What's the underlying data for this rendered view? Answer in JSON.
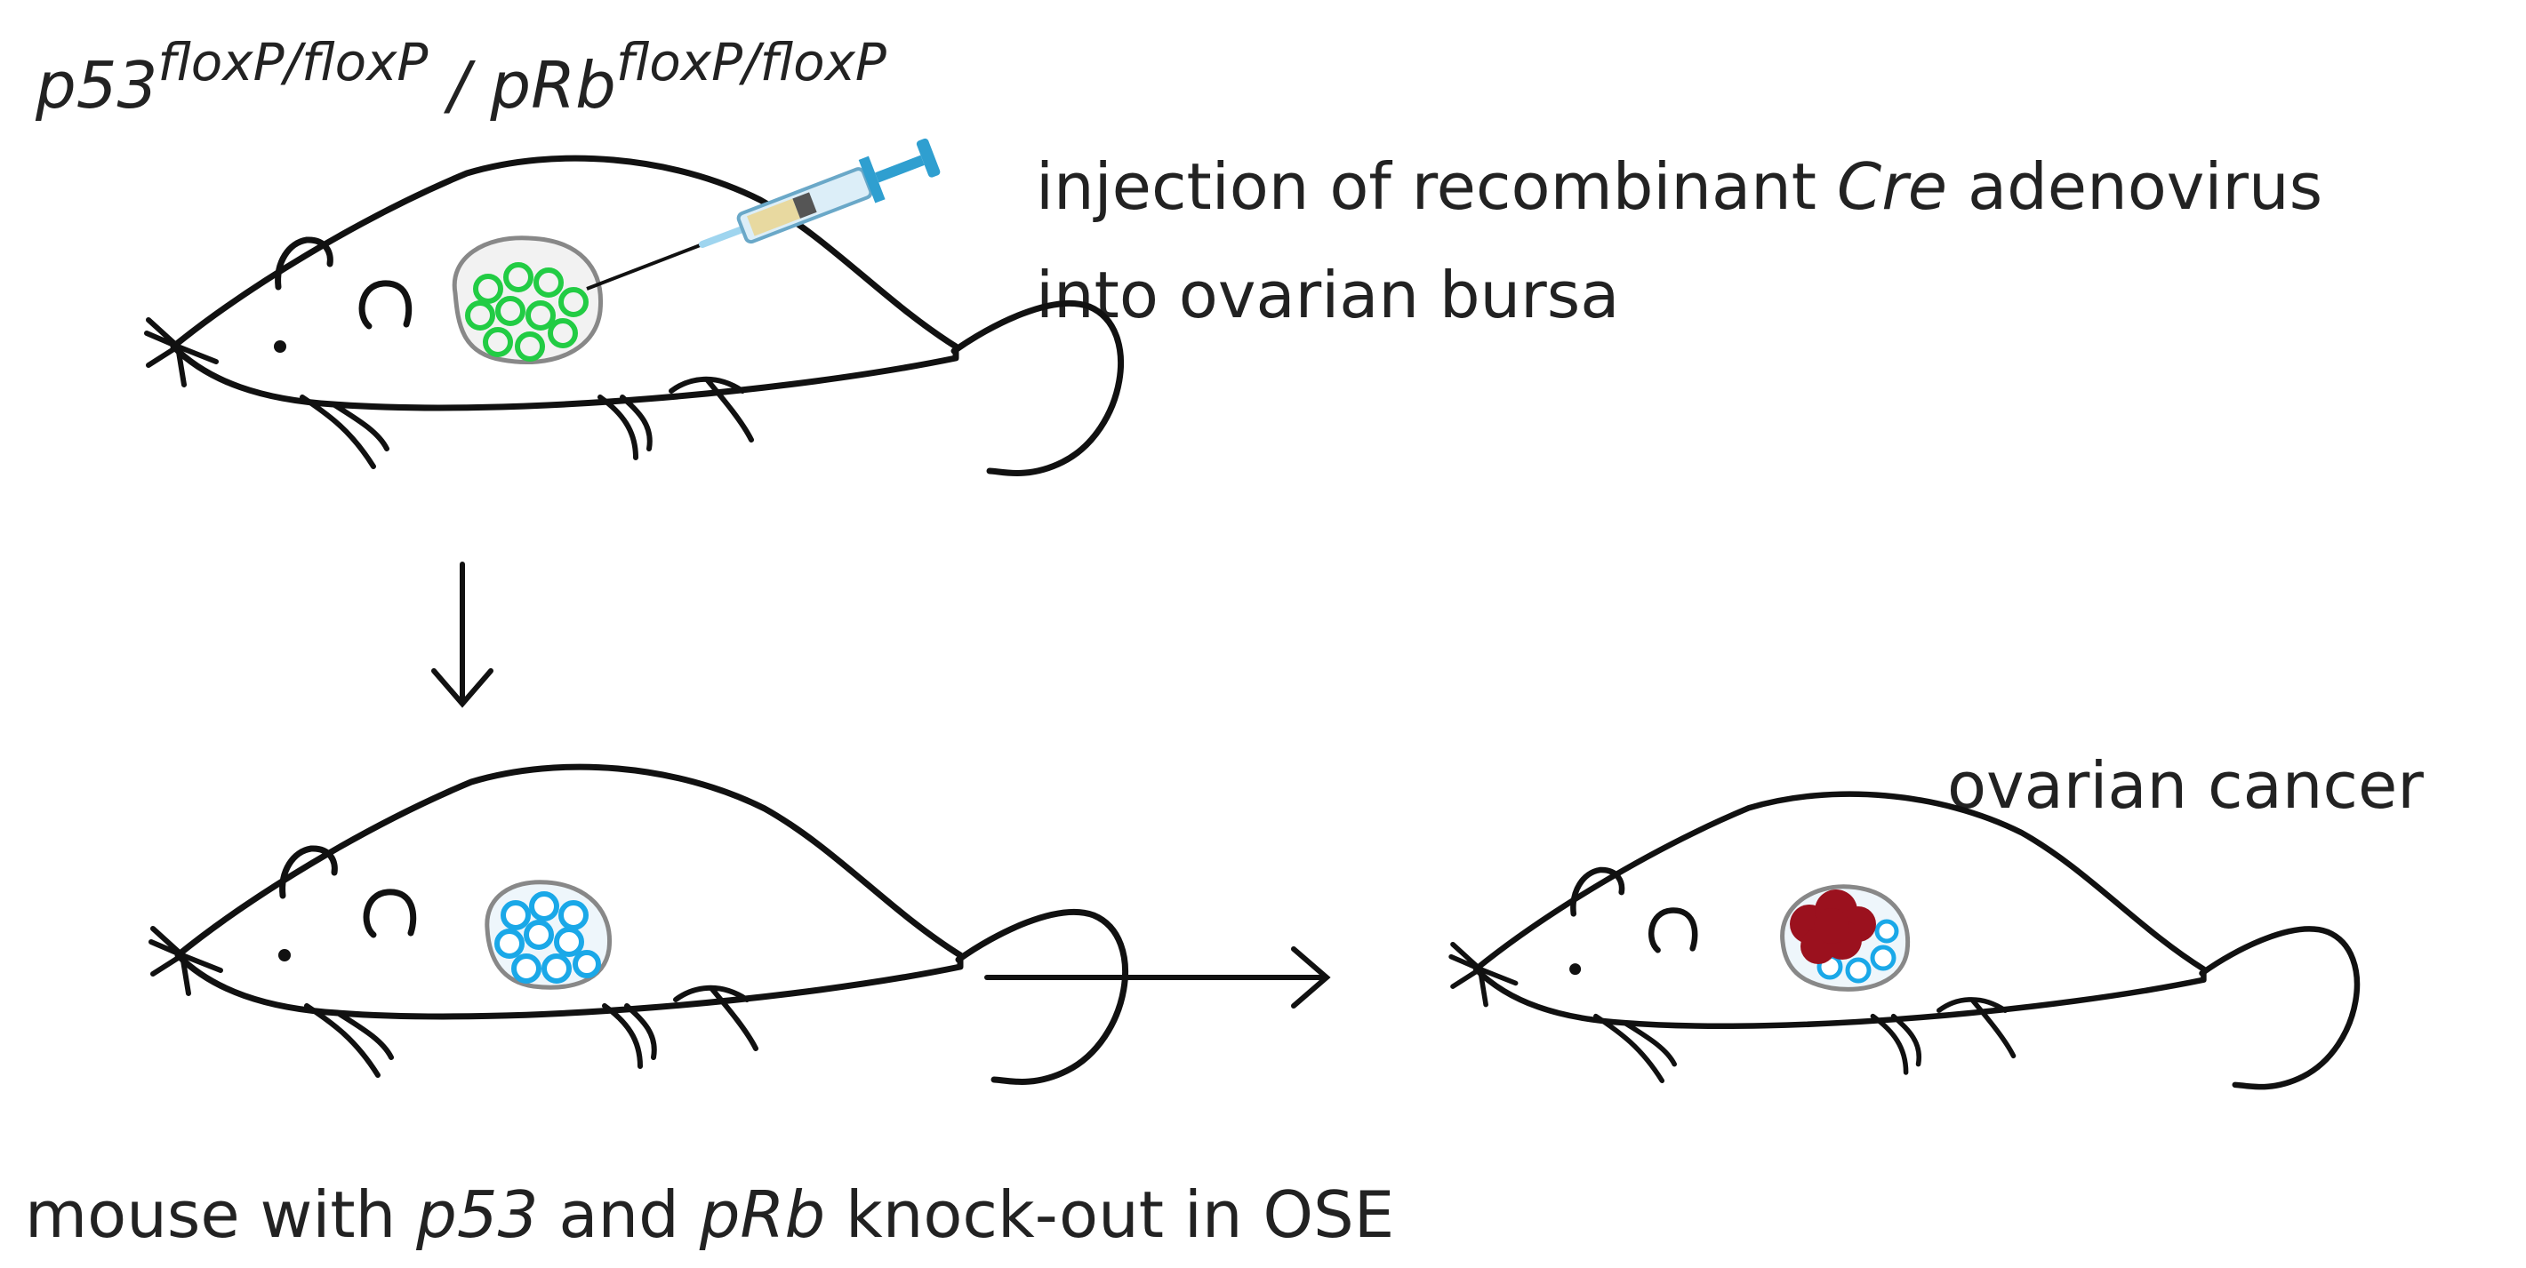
{
  "genotype": {
    "gene1": "p53",
    "sup1": "floxP/floxP",
    "separator": " / ",
    "gene2": "pRb",
    "sup2": "floxP/floxP"
  },
  "injection": {
    "line1_pre": "injection of recombinant ",
    "line1_italic": "Cre",
    "line1_post": " adenovirus",
    "line2": "into ovarian bursa"
  },
  "cancer_label": "ovarian cancer",
  "bottom": {
    "part1": "mouse with ",
    "gene1": "p53",
    "part2": " and ",
    "gene2": "pRb",
    "part3": " knock-out in OSE"
  },
  "colors": {
    "outline": "#111111",
    "normal_cells": "#22cc44",
    "knockout_cells": "#1aa8e8",
    "tumor": "#9b111e",
    "syringe_blue": "#2f9fd0",
    "syringe_liquid": "#e8d9a0"
  }
}
